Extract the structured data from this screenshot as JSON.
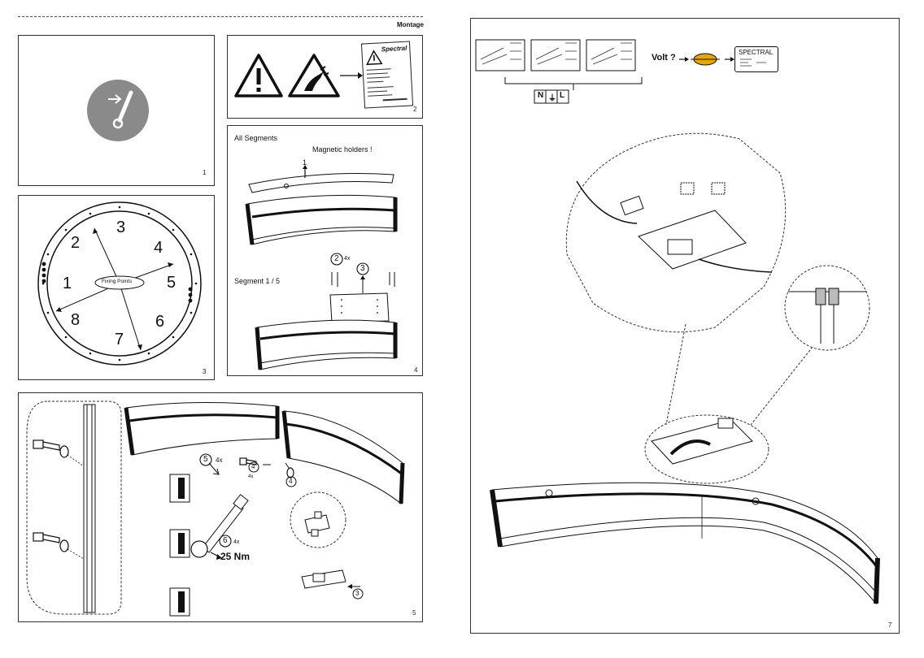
{
  "header": {
    "section": "Montage"
  },
  "panels": {
    "p1": {
      "number": "1"
    },
    "p2": {
      "number": "2",
      "manual_brand": "Spectral"
    },
    "p3": {
      "number": "3",
      "center_label": "Fixing Points",
      "segments": [
        "1",
        "2",
        "3",
        "4",
        "5",
        "6",
        "7",
        "8"
      ]
    },
    "p4": {
      "number": "4",
      "title": "All Segments",
      "note": "Magnetic holders !",
      "step1": "1",
      "step2": "2",
      "step2_qty": "4x",
      "step3": "3",
      "sub_title": "Segment 1 / 5"
    },
    "p5": {
      "number": "5",
      "step5": "5",
      "step5_qty": "4x",
      "step4": "4",
      "step4_qty": "4x",
      "step6": "6",
      "step6_qty": "4x",
      "torque": "25 Nm",
      "step3": "3"
    },
    "p7": {
      "number": "7",
      "volt_label": "Volt ?",
      "brand": "SPECTRAL",
      "terminals": [
        "N",
        "⏚",
        "L"
      ]
    }
  }
}
